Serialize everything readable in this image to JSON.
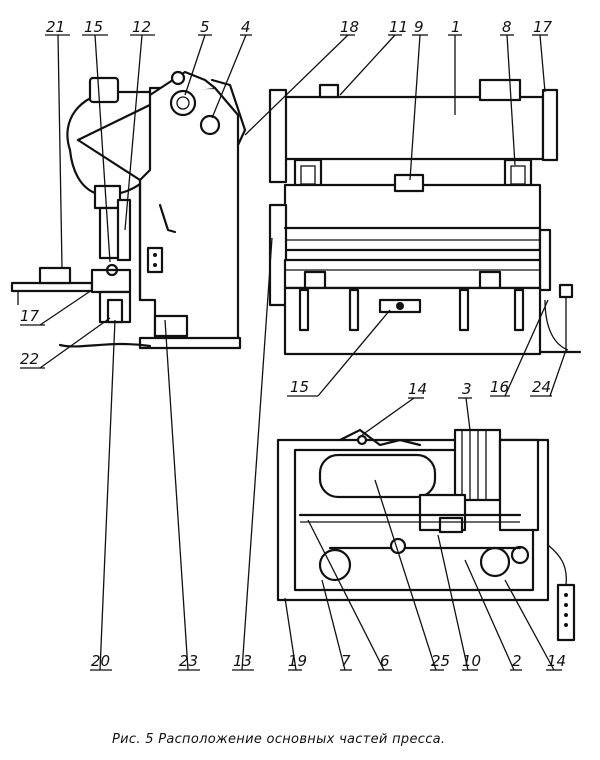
{
  "caption": "Рис. 5  Расположение основных частей пресса.",
  "callouts": [
    {
      "id": "c21",
      "label": "21"
    },
    {
      "id": "c15a",
      "label": "15"
    },
    {
      "id": "c12",
      "label": "12"
    },
    {
      "id": "c5",
      "label": "5"
    },
    {
      "id": "c4",
      "label": "4"
    },
    {
      "id": "c18",
      "label": "18"
    },
    {
      "id": "c11",
      "label": "11"
    },
    {
      "id": "c9",
      "label": "9"
    },
    {
      "id": "c1",
      "label": "1"
    },
    {
      "id": "c8",
      "label": "8"
    },
    {
      "id": "c17a",
      "label": "17"
    },
    {
      "id": "c17b",
      "label": "17"
    },
    {
      "id": "c22",
      "label": "22"
    },
    {
      "id": "c15b",
      "label": "15"
    },
    {
      "id": "c16",
      "label": "16"
    },
    {
      "id": "c24",
      "label": "24"
    },
    {
      "id": "c14a",
      "label": "14"
    },
    {
      "id": "c3",
      "label": "3"
    },
    {
      "id": "c20",
      "label": "20"
    },
    {
      "id": "c23",
      "label": "23"
    },
    {
      "id": "c13",
      "label": "13"
    },
    {
      "id": "c19",
      "label": "19"
    },
    {
      "id": "c7",
      "label": "7"
    },
    {
      "id": "c6",
      "label": "6"
    },
    {
      "id": "c25",
      "label": "25"
    },
    {
      "id": "c10",
      "label": "10"
    },
    {
      "id": "c2",
      "label": "2"
    },
    {
      "id": "c14b",
      "label": "14"
    }
  ]
}
